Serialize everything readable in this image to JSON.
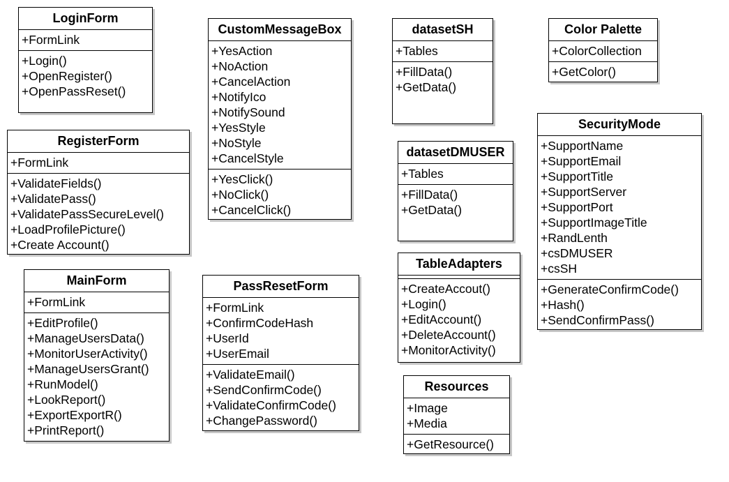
{
  "classes": {
    "login_form": {
      "name": "LoginForm",
      "attributes": [
        "+FormLink"
      ],
      "methods": [
        "+Login()",
        "+OpenRegister()",
        "+OpenPassReset()"
      ]
    },
    "register_form": {
      "name": "RegisterForm",
      "attributes": [
        "+FormLink"
      ],
      "methods": [
        "+ValidateFields()",
        "+ValidatePass()",
        "+ValidatePassSecureLevel()",
        "+LoadProfilePicture()",
        "+Create Account()"
      ]
    },
    "main_form": {
      "name": "MainForm",
      "attributes": [
        "+FormLink"
      ],
      "methods": [
        "+EditProfile()",
        "+ManageUsersData()",
        "+MonitorUserActivity()",
        "+ManageUsersGrant()",
        "+RunModel()",
        "+LookReport()",
        "+ExportExportR()",
        "+PrintReport()"
      ]
    },
    "custom_message_box": {
      "name": "CustomMessageBox",
      "attributes": [
        "+YesAction",
        "+NoAction",
        "+CancelAction",
        "+NotifyIco",
        "+NotifySound",
        "+YesStyle",
        "+NoStyle",
        "+CancelStyle"
      ],
      "methods": [
        "+YesClick()",
        "+NoClick()",
        "+CancelClick()"
      ]
    },
    "pass_reset_form": {
      "name": "PassResetForm",
      "attributes": [
        "+FormLink",
        "+ConfirmCodeHash",
        "+UserId",
        "+UserEmail"
      ],
      "methods": [
        "+ValidateEmail()",
        "+SendConfirmCode()",
        "+ValidateConfirmCode()",
        "+ChangePassword()"
      ]
    },
    "dataset_sh": {
      "name": "datasetSH",
      "attributes": [
        "+Tables"
      ],
      "methods": [
        "+FillData()",
        "+GetData()"
      ]
    },
    "dataset_dmuser": {
      "name": "datasetDMUSER",
      "attributes": [
        "+Tables"
      ],
      "methods": [
        "+FillData()",
        "+GetData()"
      ]
    },
    "table_adapters": {
      "name": "TableAdapters",
      "attributes": [],
      "methods": [
        "+CreateAccout()",
        "+Login()",
        "+EditAccount()",
        "+DeleteAccount()",
        "+MonitorActivity()"
      ]
    },
    "resources": {
      "name": "Resources",
      "attributes": [
        "+Image",
        "+Media"
      ],
      "methods": [
        "+GetResource()"
      ]
    },
    "color_palette": {
      "name": "Color Palette",
      "attributes": [
        "+ColorCollection"
      ],
      "methods": [
        "+GetColor()"
      ]
    },
    "security_mode": {
      "name": "SecurityMode",
      "attributes": [
        "+SupportName",
        "+SupportEmail",
        "+SupportTitle",
        "+SupportServer",
        "+SupportPort",
        "+SupportImageTitle",
        "+RandLenth",
        "+csDMUSER",
        "+csSH"
      ],
      "methods": [
        "+GenerateConfirmCode()",
        "+Hash()",
        "+SendConfirmPass()"
      ]
    }
  }
}
